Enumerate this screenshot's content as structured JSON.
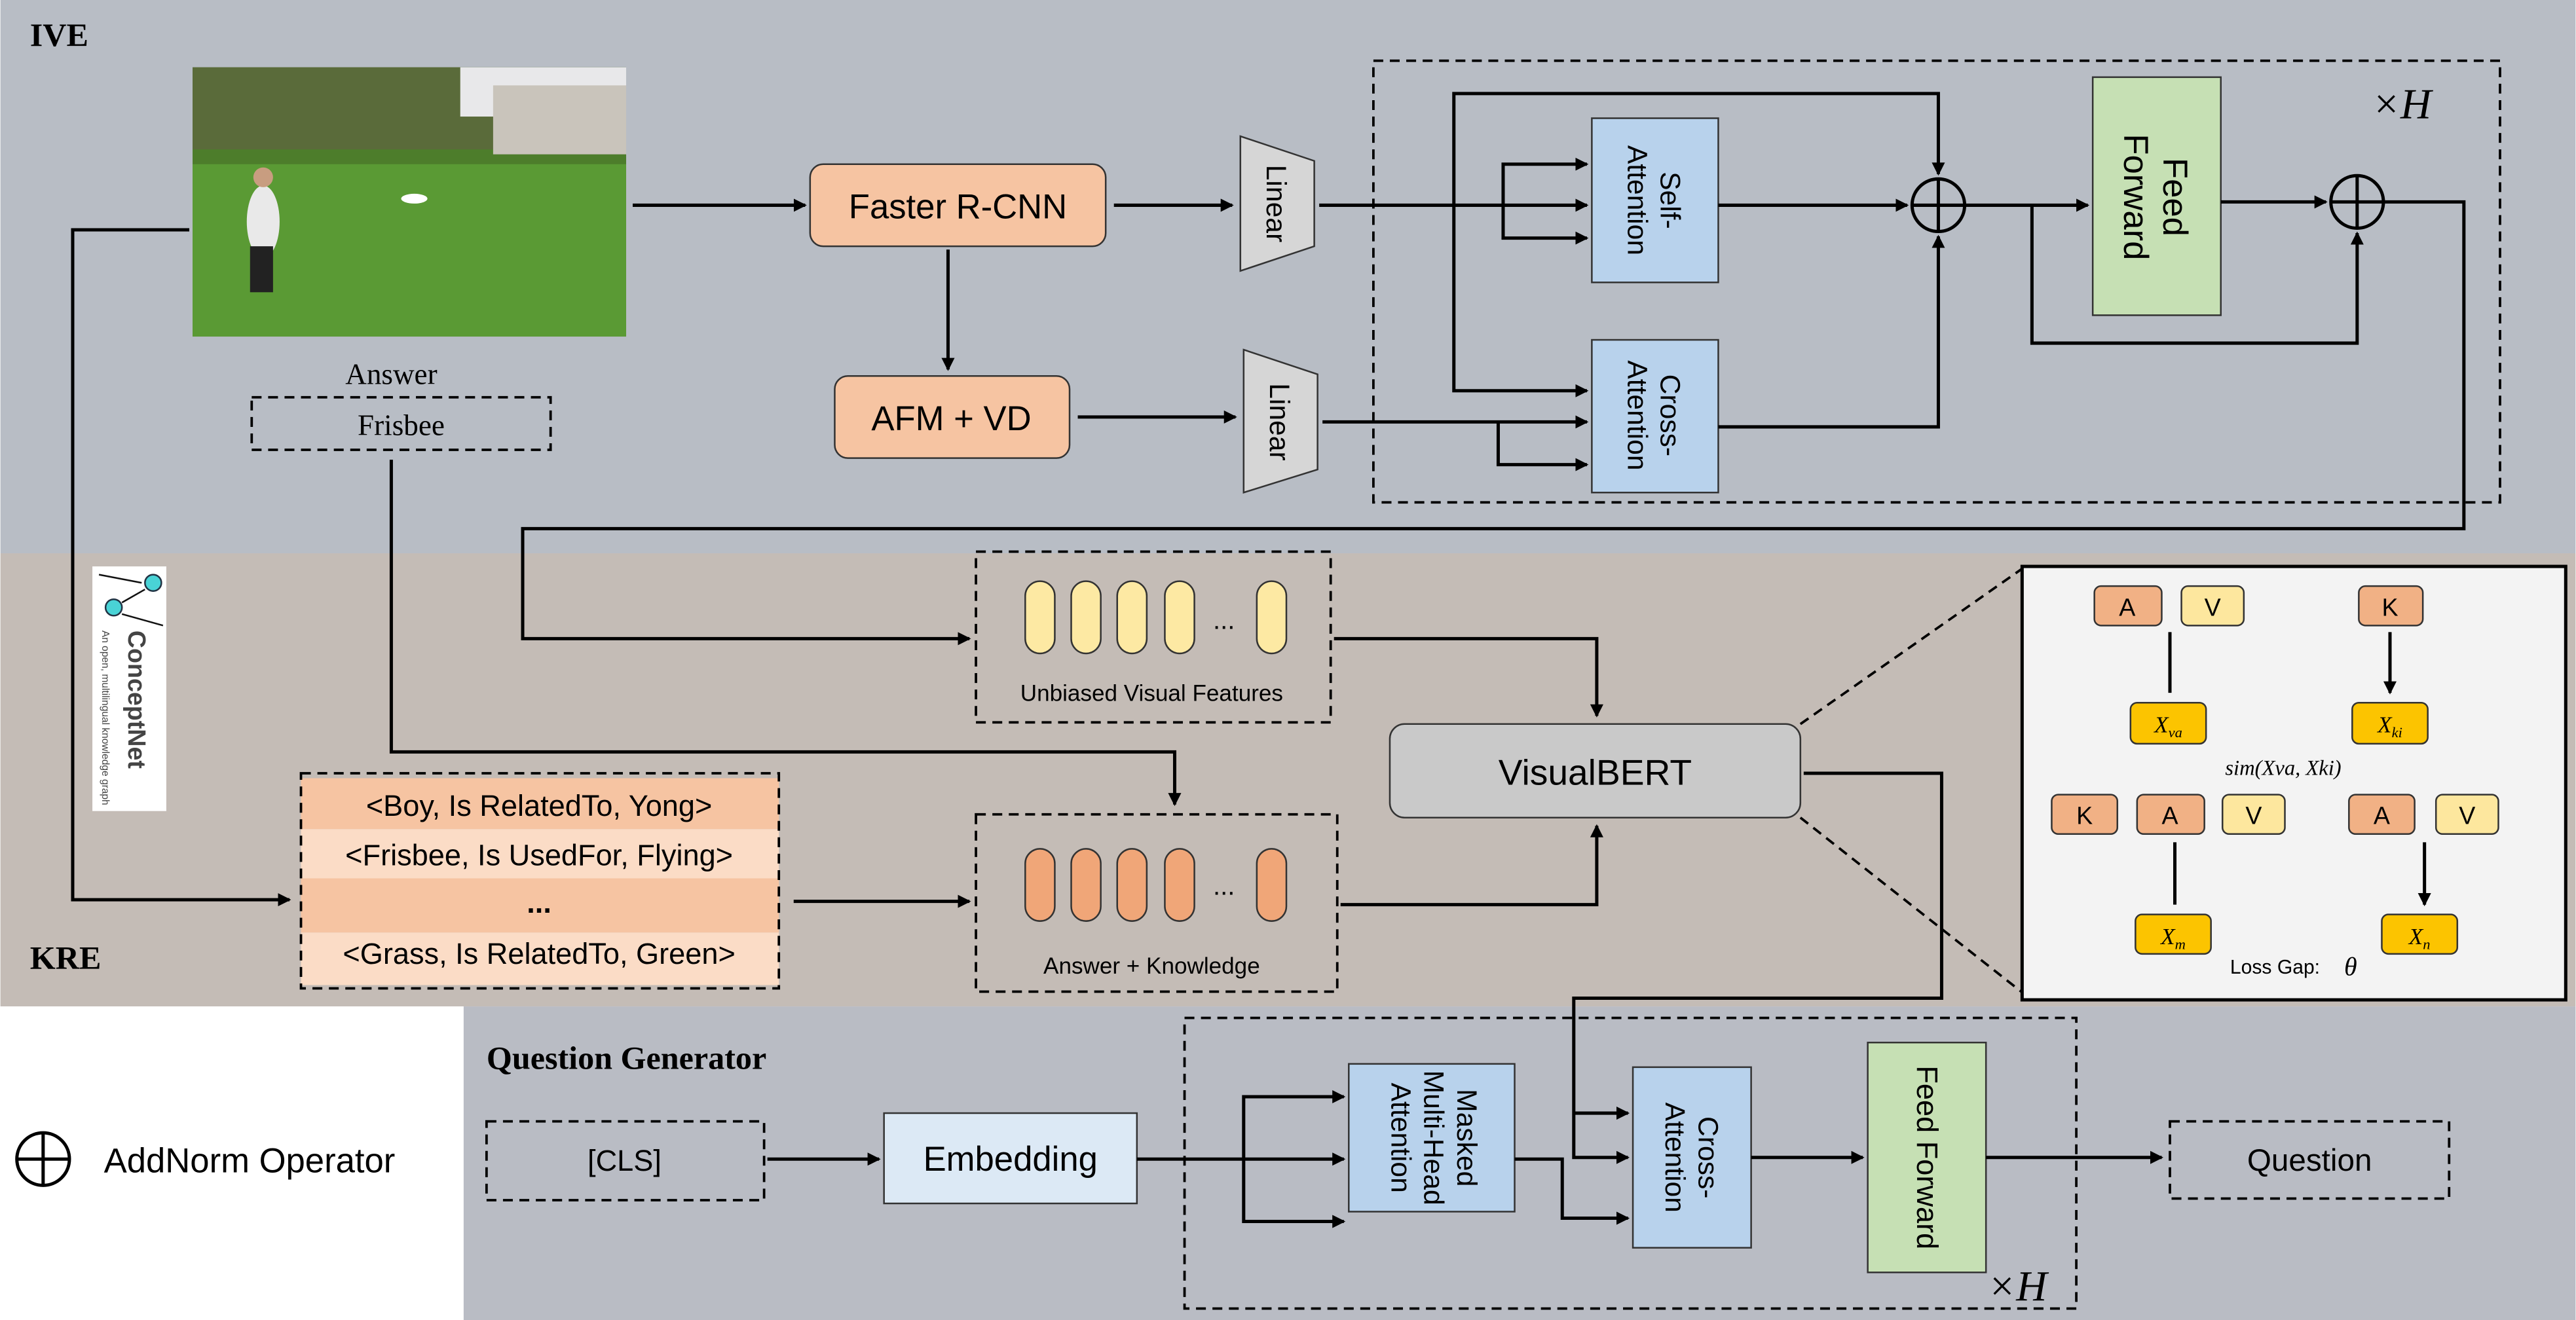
{
  "sections": {
    "ive": "IVE",
    "kre": "KRE",
    "question_generator": "Question Generator"
  },
  "colors": {
    "ive_bg": "#b8bdc5",
    "kre_bg": "#c4bcb6",
    "qg_bg": "#b9bcc4",
    "orange": "#f6c4a2",
    "blue": "#b8d2ec",
    "green": "#c6e0b4",
    "yellow": "#fde9a3",
    "gold": "#fcc400"
  },
  "ive": {
    "answer_label": "Answer",
    "answer_value": "Frisbee",
    "faster_rcnn": "Faster R-CNN",
    "afm_vd": "AFM + VD",
    "linear_1": "Linear",
    "linear_2": "Linear",
    "self_attention": [
      "Self-",
      "Attention"
    ],
    "cross_attention": [
      "Cross-",
      "Attention"
    ],
    "feed_forward": [
      "Feed",
      "Forward"
    ],
    "repeat": "×H"
  },
  "conceptnet": {
    "name": "ConceptNet",
    "tagline": "An open, multilingual knowledge graph"
  },
  "kre": {
    "triples": [
      "<Boy, Is RelatedTo, Yong>",
      "<Frisbee, Is UsedFor, Flying>",
      "...",
      "<Grass, Is RelatedTo, Green>"
    ],
    "unbiased_label": "Unbiased Visual Features",
    "knowledge_label": "Answer + Knowledge",
    "ellipsis": "...",
    "visualbert": "VisualBERT"
  },
  "loss_panel": {
    "a": "A",
    "v": "V",
    "k": "K",
    "x_va": "X",
    "x_va_sub": "va",
    "x_ki": "X",
    "x_ki_sub": "ki",
    "sim": "sim(Xva, Xki)",
    "x_m": "X",
    "x_m_sub": "m",
    "x_n": "X",
    "x_n_sub": "n",
    "loss_gap": "Loss Gap:",
    "theta": "θ"
  },
  "legend": {
    "symbol": "⊕",
    "label": "AddNorm Operator"
  },
  "qg": {
    "cls": "[CLS]",
    "embedding": "Embedding",
    "masked_attention": [
      "Masked",
      "Multi-Head",
      "Attention"
    ],
    "cross_attention": [
      "Cross-",
      "Attention"
    ],
    "feed_forward": "Feed Forward",
    "question": "Question",
    "repeat": "×H"
  }
}
